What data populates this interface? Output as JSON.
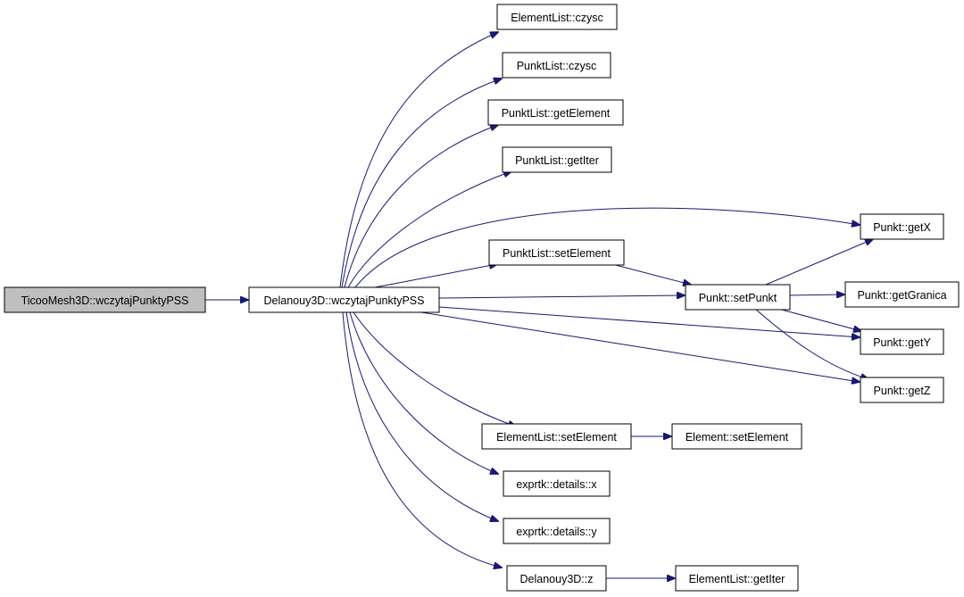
{
  "nodes": [
    {
      "id": "ticoo",
      "label": "TicooMesh3D::wczytajPunktyPSS",
      "highlighted": true
    },
    {
      "id": "delanouy_wczytaj",
      "label": "Delanouy3D::wczytajPunktyPSS"
    },
    {
      "id": "elementlist_czysc",
      "label": "ElementList::czysc"
    },
    {
      "id": "punktlist_czysc",
      "label": "PunktList::czysc"
    },
    {
      "id": "punktlist_getelement",
      "label": "PunktList::getElement"
    },
    {
      "id": "punktlist_getiter",
      "label": "PunktList::getIter"
    },
    {
      "id": "punktlist_setelement",
      "label": "PunktList::setElement"
    },
    {
      "id": "punkt_setpunkt",
      "label": "Punkt::setPunkt"
    },
    {
      "id": "punkt_getx",
      "label": "Punkt::getX"
    },
    {
      "id": "punkt_getgranica",
      "label": "Punkt::getGranica"
    },
    {
      "id": "punkt_gety",
      "label": "Punkt::getY"
    },
    {
      "id": "punkt_getz",
      "label": "Punkt::getZ"
    },
    {
      "id": "elementlist_setelement",
      "label": "ElementList::setElement"
    },
    {
      "id": "element_setelement",
      "label": "Element::setElement"
    },
    {
      "id": "exprtk_x",
      "label": "exprtk::details::x"
    },
    {
      "id": "exprtk_y",
      "label": "exprtk::details::y"
    },
    {
      "id": "delanouy_z",
      "label": "Delanouy3D::z"
    },
    {
      "id": "elementlist_getiter",
      "label": "ElementList::getIter"
    }
  ],
  "edges": [
    [
      "ticoo",
      "delanouy_wczytaj"
    ],
    [
      "delanouy_wczytaj",
      "elementlist_czysc"
    ],
    [
      "delanouy_wczytaj",
      "punktlist_czysc"
    ],
    [
      "delanouy_wczytaj",
      "punktlist_getelement"
    ],
    [
      "delanouy_wczytaj",
      "punktlist_getiter"
    ],
    [
      "delanouy_wczytaj",
      "punkt_getx"
    ],
    [
      "delanouy_wczytaj",
      "punktlist_setelement"
    ],
    [
      "delanouy_wczytaj",
      "punkt_setpunkt"
    ],
    [
      "delanouy_wczytaj",
      "punkt_gety"
    ],
    [
      "delanouy_wczytaj",
      "punkt_getz"
    ],
    [
      "delanouy_wczytaj",
      "elementlist_setelement"
    ],
    [
      "delanouy_wczytaj",
      "exprtk_x"
    ],
    [
      "delanouy_wczytaj",
      "exprtk_y"
    ],
    [
      "delanouy_wczytaj",
      "delanouy_z"
    ],
    [
      "punktlist_setelement",
      "punkt_setpunkt"
    ],
    [
      "punkt_setpunkt",
      "punkt_getx"
    ],
    [
      "punkt_setpunkt",
      "punkt_getgranica"
    ],
    [
      "punkt_setpunkt",
      "punkt_gety"
    ],
    [
      "punkt_setpunkt",
      "punkt_getz"
    ],
    [
      "elementlist_setelement",
      "element_setelement"
    ],
    [
      "delanouy_z",
      "elementlist_getiter"
    ]
  ],
  "colors": {
    "edge": "#191970",
    "node_fill": "#ffffff",
    "node_highlight_fill": "#bfbfbf",
    "node_border": "#000000"
  }
}
